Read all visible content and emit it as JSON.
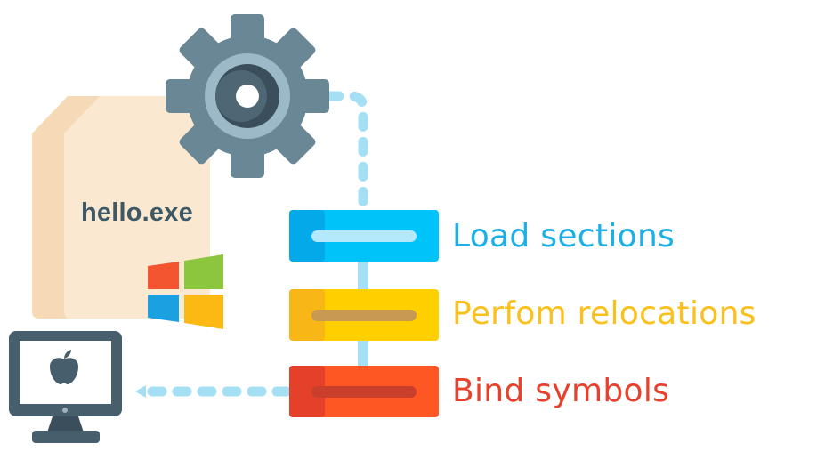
{
  "file": {
    "name": "hello.exe",
    "icon": "document-icon"
  },
  "os_logos": {
    "windows": "windows-logo-icon",
    "apple": "apple-logo-icon"
  },
  "steps": [
    {
      "label": "Load sections",
      "color": "#1ab1ea"
    },
    {
      "label": "Perfom relocations",
      "color": "#fbc01c"
    },
    {
      "label": "Bind symbols",
      "color": "#e8402b"
    }
  ],
  "icons": {
    "gear": "gear-icon",
    "monitor": "monitor-icon"
  }
}
